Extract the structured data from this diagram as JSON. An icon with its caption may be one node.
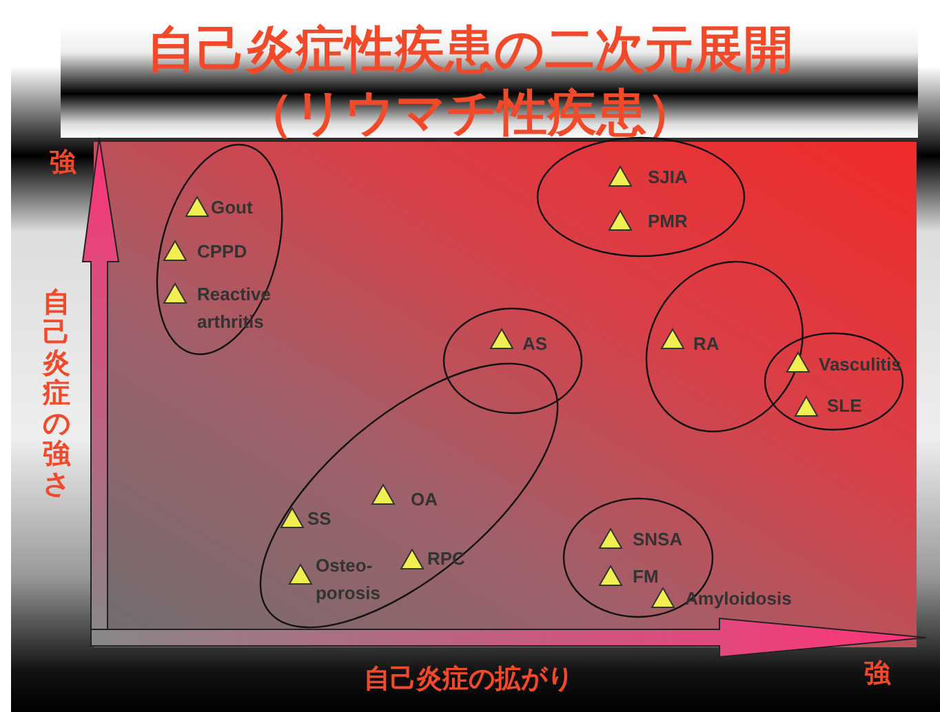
{
  "diagram": {
    "title": "自己炎症性疾患の二次元展開（リウマチ性疾患）",
    "nodes": [
      {
        "text": [
          "Gout",
          "CPPD",
          "Reactive arthritis"
        ]
      },
      {
        "text": [
          "SJIA",
          "PMR"
        ]
      },
      {
        "text": [
          "AS"
        ]
      },
      {
        "text": [
          "SS",
          "OA",
          "Osteo- porosis",
          "RPC"
        ]
      },
      {
        "text": [
          "RA"
        ]
      },
      {
        "text": [
          "Vasculitis",
          "SLE"
        ]
      },
      {
        "text": [
          "SNSA",
          "FM"
        ]
      }
    ],
    "labels": [
      "強",
      "自己炎症の強さ",
      "Amyloidosis",
      "自己炎症の拡がり",
      "強"
    ]
  }
}
